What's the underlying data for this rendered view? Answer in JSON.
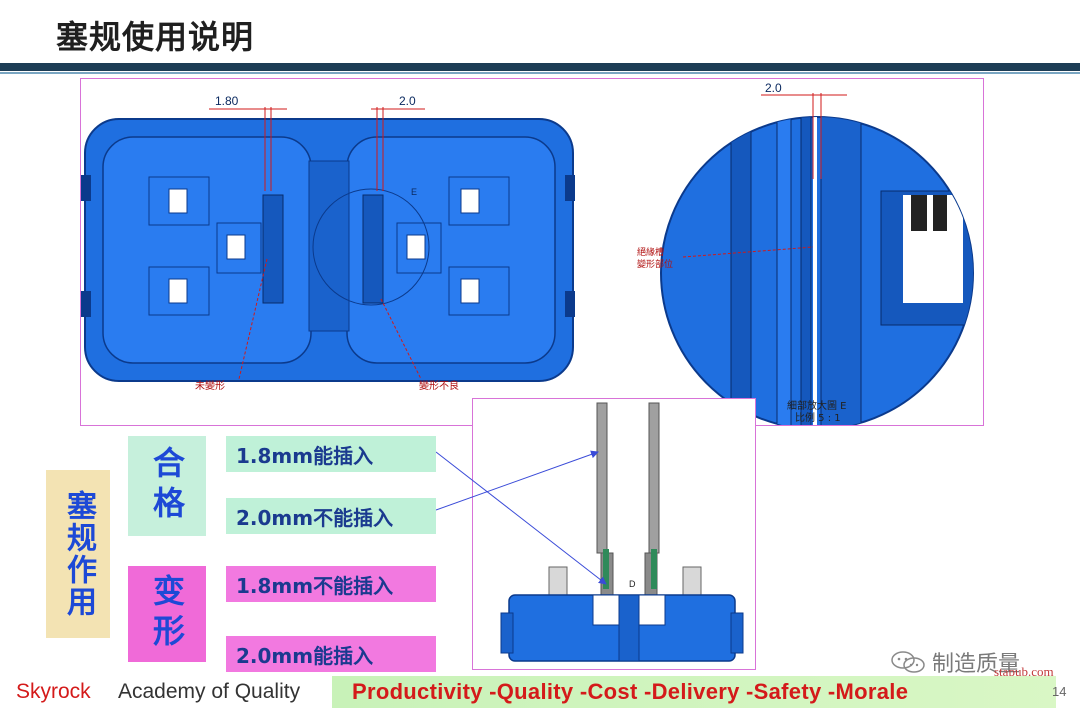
{
  "title": "塞规使用说明",
  "drawing": {
    "dim_left": "1.80",
    "dim_mid": "2.0",
    "dim_detail": "2.0",
    "label_e": "E",
    "callout_ok": "未變形",
    "callout_bad": "變形不良",
    "callout_gap": "絕緣槽",
    "callout_gap2": "變形部位",
    "detail_caption_1": "細部放大圖 E",
    "detail_caption_2": "比例 5 : 1",
    "section_label": "D"
  },
  "usage_label": "塞规作用",
  "categories": {
    "pass": "合格",
    "deform": "变形"
  },
  "rules": {
    "pass_1": "1.8mm能插入",
    "pass_2": "2.0mm不能插入",
    "deform_1": "1.8mm不能插入",
    "deform_2": "2.0mm能插入"
  },
  "footer": {
    "brand": "Skyrock",
    "academy": "Academy of Quality",
    "slogan": "Productivity  -Quality  -Cost   -Delivery  -Safety  -Morale",
    "page": "14"
  },
  "watermark": {
    "text": "制造质量",
    "site": "stapub.com"
  },
  "colors": {
    "part_blue": "#1f6fe0",
    "frame_pink": "#d873d8",
    "pass_green": "#c6f0dc",
    "deform_pink": "#f06ad8",
    "brand_red": "#d41a1a"
  }
}
